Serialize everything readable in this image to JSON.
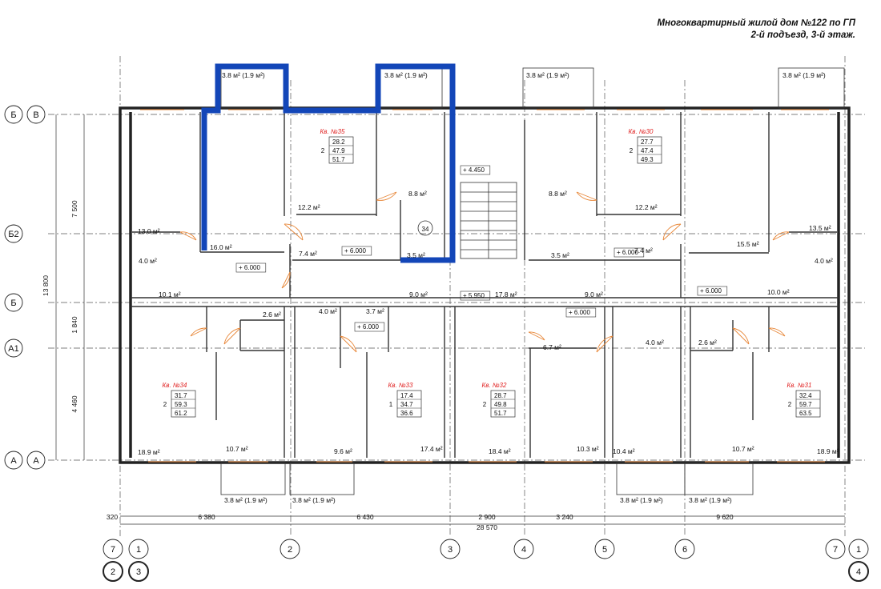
{
  "header": {
    "line1": "Многоквартирный жилой дом №122 по ГП",
    "line2": "2-й подъезд, 3-й этаж."
  },
  "colors": {
    "highlight": "#1346b8",
    "apartment_label": "#e02020",
    "opening": "#e8883a"
  },
  "apartments": [
    {
      "label": "Кв. №35",
      "rooms": "2",
      "values": [
        "28.2",
        "47.9",
        "51.7"
      ]
    },
    {
      "label": "Кв. №30",
      "rooms": "2",
      "values": [
        "27.7",
        "47.4",
        "49.3"
      ]
    },
    {
      "label": "Кв. №34",
      "rooms": "2",
      "values": [
        "31.7",
        "59.3",
        "61.2"
      ]
    },
    {
      "label": "Кв. №33",
      "rooms": "1",
      "values": [
        "17.4",
        "34.7",
        "36.6"
      ]
    },
    {
      "label": "Кв. №32",
      "rooms": "2",
      "values": [
        "28.7",
        "49.8",
        "51.7"
      ]
    },
    {
      "label": "Кв. №31",
      "rooms": "2",
      "values": [
        "32.4",
        "59.7",
        "63.5"
      ]
    }
  ],
  "room_areas": [
    "3.8 м² (1.9 м²)",
    "3.8 м² (1.9 м²)",
    "3.8 м² (1.9 м²)",
    "3.8 м² (1.9 м²)",
    "12.2 м²",
    "8.8 м²",
    "8.8 м²",
    "12.2 м²",
    "13.0 м²",
    "16.0 м²",
    "7.4 м²",
    "3.5 м²",
    "3.5 м²",
    "7.4 м²",
    "15.5 м²",
    "13.5 м²",
    "4.0 м²",
    "4.0 м²",
    "10.1 м²",
    "9.0 м²",
    "17.8 м²",
    "9.0 м²",
    "10.0 м²",
    "2.6 м²",
    "4.0 м²",
    "3.7 м²",
    "6.7 м²",
    "4.0 м²",
    "2.6 м²",
    "18.9 м²",
    "10.7 м²",
    "9.6 м²",
    "17.4 м²",
    "18.4 м²",
    "10.3 м²",
    "10.4 м²",
    "10.7 м²",
    "18.9 м²",
    "3.8 м² (1.9 м²)",
    "3.8 м² (1.9 м²)",
    "3.8 м² (1.9 м²)",
    "3.8 м² (1.9 м²)"
  ],
  "levels": [
    "+ 4.450",
    "+ 6.000",
    "+ 6.000",
    "+ 6.000",
    "+ 5.950",
    "+ 6.000",
    "+ 6.000",
    "+ 6.000"
  ],
  "shaft_label": "34",
  "dimensions": {
    "vertical": [
      "7 500",
      "13 800",
      "1 840",
      "4 460"
    ],
    "horizontal": [
      "320",
      "6 380",
      "6 430",
      "2 900",
      "3 240",
      "9 620"
    ],
    "total": "28 570"
  },
  "axes_left": [
    {
      "a": "Б",
      "b": "В"
    },
    {
      "a": "Б2",
      "b": ""
    },
    {
      "a": "Б",
      "b": ""
    },
    {
      "a": "А1",
      "b": ""
    },
    {
      "a": "А",
      "b": "А"
    }
  ],
  "axes_bottom": [
    {
      "top": "7",
      "bottom": "2"
    },
    {
      "top": "1",
      "bottom": "3"
    },
    {
      "top": "2",
      "bottom": ""
    },
    {
      "top": "3",
      "bottom": ""
    },
    {
      "top": "4",
      "bottom": ""
    },
    {
      "top": "5",
      "bottom": ""
    },
    {
      "top": "6",
      "bottom": ""
    },
    {
      "top": "7",
      "bottom": ""
    },
    {
      "top": "1",
      "bottom": "4"
    }
  ]
}
